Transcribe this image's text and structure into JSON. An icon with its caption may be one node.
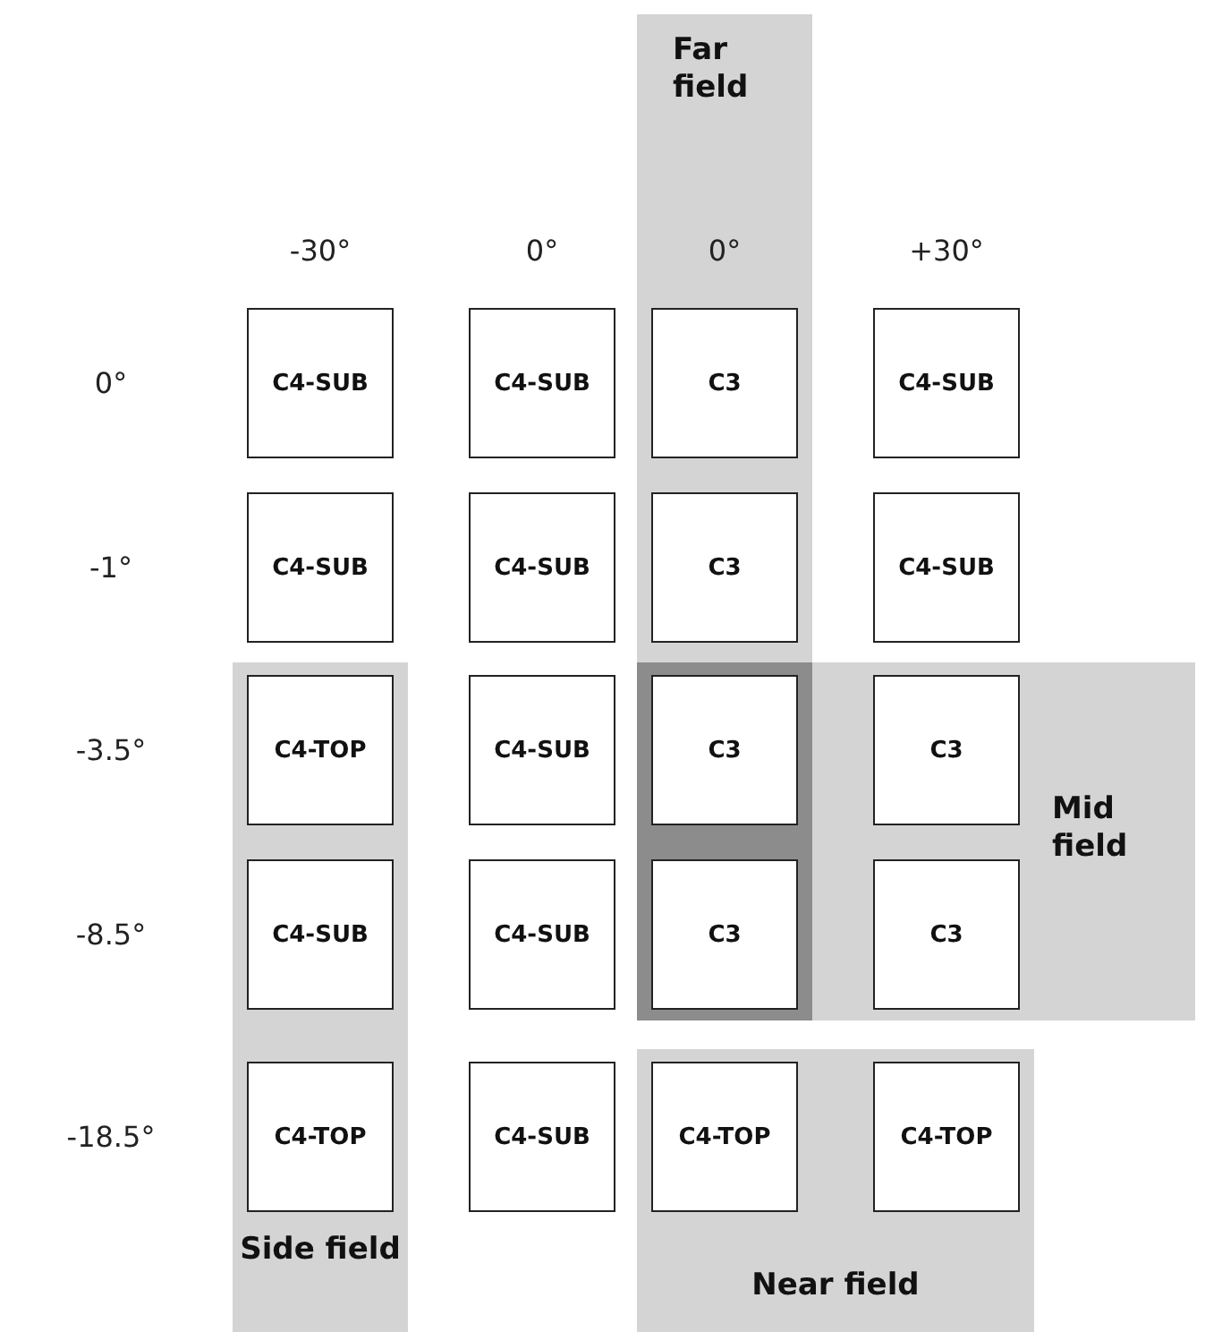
{
  "diagram": {
    "nodes": [
      {
        "text": [
          "Far field"
        ]
      },
      {
        "text": [
          "C4-SUB"
        ]
      },
      {
        "text": [
          "C4-SUB"
        ]
      },
      {
        "text": [
          "C3"
        ],
        "in": 0
      },
      {
        "text": [
          "C4-SUB"
        ]
      },
      {
        "text": [
          "C4-SUB"
        ]
      },
      {
        "text": [
          "C4-SUB"
        ]
      },
      {
        "text": [
          "C3"
        ],
        "in": 0
      },
      {
        "text": [
          "C4-SUB"
        ]
      },
      {
        "text": [
          "Side field"
        ]
      },
      {
        "text": [
          "Mid field"
        ]
      },
      {
        "text": [
          "C4-TOP"
        ],
        "in": 9
      },
      {
        "text": [
          "C4-SUB"
        ]
      },
      {
        "text": [
          "C3"
        ]
      },
      {
        "text": [
          "C3"
        ],
        "in": 10
      },
      {
        "text": [
          "C4-SUB"
        ],
        "in": 9
      },
      {
        "text": [
          "C4-SUB"
        ]
      },
      {
        "text": [
          "C3"
        ]
      },
      {
        "text": [
          "C3"
        ],
        "in": 10
      },
      {
        "text": [
          "Near field"
        ]
      },
      {
        "text": [
          "C4-TOP"
        ],
        "in": 9
      },
      {
        "text": [
          "C4-SUB"
        ]
      },
      {
        "text": [
          "C4-TOP"
        ],
        "in": 19
      },
      {
        "text": [
          "C4-TOP"
        ],
        "in": 19
      }
    ],
    "edges": [],
    "labels": [
      "-30°",
      "0°",
      "0°",
      "+30°",
      "0°",
      "-1°",
      "-3.5°",
      "-8.5°",
      "-18.5°"
    ]
  }
}
